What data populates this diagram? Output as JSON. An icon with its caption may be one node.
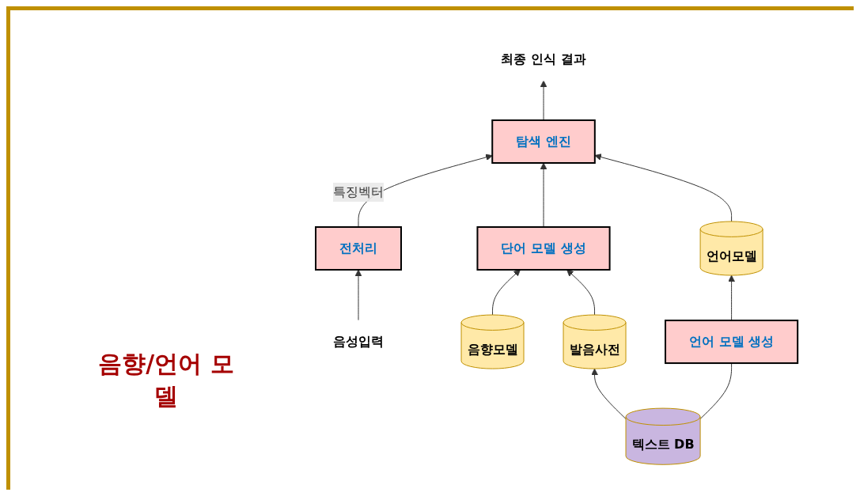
{
  "diagram": {
    "nodes": [
      {
        "text": [
          "음성입력"
        ]
      },
      {
        "text": [
          "전처리"
        ]
      },
      {
        "text": [
          "탐색 엔진"
        ]
      },
      {
        "text": [
          "최종 인식 결과"
        ]
      },
      {
        "text": [
          "단어 모델 생성"
        ]
      },
      {
        "text": [
          "언어모델"
        ]
      },
      {
        "text": [
          "음향모델"
        ]
      },
      {
        "text": [
          "발음사전"
        ]
      },
      {
        "text": [
          "언어 모델 생성"
        ]
      },
      {
        "text": [
          "텍스트 DB"
        ]
      }
    ],
    "edges": [
      {
        "from": 0,
        "to": 1,
        "arrow": "to"
      },
      {
        "from": 1,
        "to": 2,
        "arrow": "to",
        "label": "특징벡터"
      },
      {
        "from": 2,
        "to": 3,
        "arrow": "to"
      },
      {
        "from": 4,
        "to": 2,
        "arrow": "to"
      },
      {
        "from": 5,
        "to": 2,
        "arrow": "to"
      },
      {
        "from": 6,
        "to": 4,
        "arrow": "to"
      },
      {
        "from": 7,
        "to": 4,
        "arrow": "to"
      },
      {
        "from": 8,
        "to": 5,
        "arrow": "to"
      },
      {
        "from": 9,
        "to": 7,
        "arrow": "to"
      },
      {
        "from": 9,
        "to": 8,
        "arrow": "none"
      }
    ],
    "labels": [
      "음향/언어 모델"
    ]
  }
}
